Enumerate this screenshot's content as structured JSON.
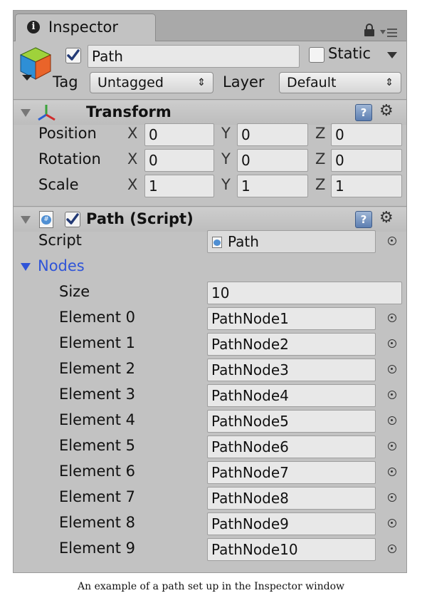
{
  "window": {
    "tab_title": "Inspector",
    "tab_icon": "info-icon",
    "lock_icon": "lock-icon",
    "menu_icon": "menu-icon"
  },
  "gameobject": {
    "active": true,
    "name": "Path",
    "static_label": "Static",
    "static_checked": false,
    "tag_label": "Tag",
    "tag_value": "Untagged",
    "layer_label": "Layer",
    "layer_value": "Default"
  },
  "transform": {
    "title": "Transform",
    "rows": [
      {
        "label": "Position",
        "x": "0",
        "y": "0",
        "z": "0"
      },
      {
        "label": "Rotation",
        "x": "0",
        "y": "0",
        "z": "0"
      },
      {
        "label": "Scale",
        "x": "1",
        "y": "1",
        "z": "1"
      }
    ],
    "axis_x": "X",
    "axis_y": "Y",
    "axis_z": "Z"
  },
  "script_component": {
    "title": "Path (Script)",
    "enabled": true,
    "script_label": "Script",
    "script_value": "Path",
    "nodes_label": "Nodes",
    "size_label": "Size",
    "size_value": "10",
    "elements": [
      {
        "label": "Element 0",
        "value": "PathNode1"
      },
      {
        "label": "Element 1",
        "value": "PathNode2"
      },
      {
        "label": "Element 2",
        "value": "PathNode3"
      },
      {
        "label": "Element 3",
        "value": "PathNode4"
      },
      {
        "label": "Element 4",
        "value": "PathNode5"
      },
      {
        "label": "Element 5",
        "value": "PathNode6"
      },
      {
        "label": "Element 6",
        "value": "PathNode7"
      },
      {
        "label": "Element 7",
        "value": "PathNode8"
      },
      {
        "label": "Element 8",
        "value": "PathNode9"
      },
      {
        "label": "Element 9",
        "value": "PathNode10"
      }
    ]
  },
  "caption": "An example of a path set up in the Inspector window",
  "colors": {
    "panel_bg": "#c2c2c2",
    "foldout_blue": "#2f54d8",
    "field_bg": "#e8e8e8"
  }
}
